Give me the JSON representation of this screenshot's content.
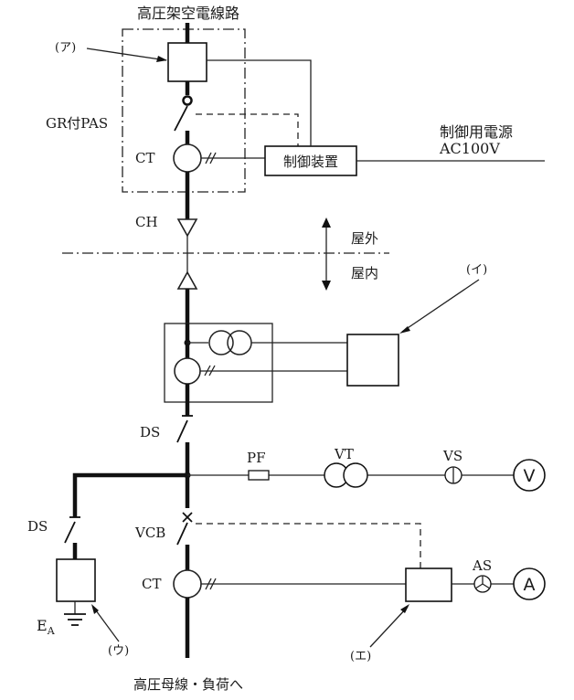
{
  "labels": {
    "top_title": "高圧架空電線路",
    "bottom_title": "高圧母線・負荷へ",
    "marker_a": "(ア)",
    "marker_i": "(イ)",
    "marker_u": "(ウ)",
    "marker_e": "(エ)",
    "gr_pas": "GR付PAS",
    "ct_upper": "CT",
    "ct_lower": "CT",
    "control_device": "制御装置",
    "control_power_line1": "制御用電源",
    "control_power_line2": "AC100V",
    "ch": "CH",
    "outdoor": "屋外",
    "indoor": "屋内",
    "ds_main": "DS",
    "ds_branch": "DS",
    "pf": "PF",
    "vt": "VT",
    "vs": "VS",
    "vcb": "VCB",
    "as": "AS",
    "ea_main": "E",
    "ea_sub": "A",
    "voltmeter": "V",
    "ammeter": "A"
  },
  "colors": {
    "line": "#111111",
    "background": "#ffffff"
  }
}
